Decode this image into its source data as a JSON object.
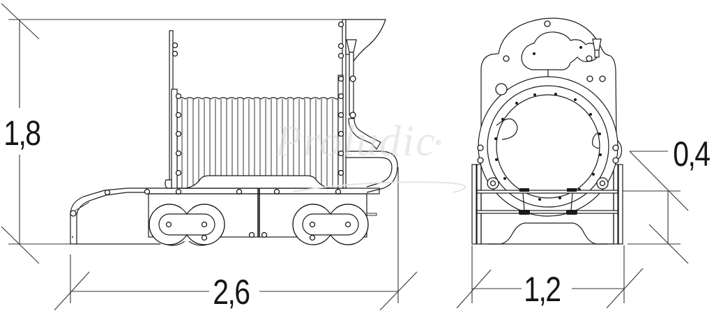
{
  "drawing": {
    "title": "Playground train locomotive dimension drawing",
    "views": [
      {
        "name": "side-view",
        "description": "Locomotive side elevation with corrugated cab, wheels, chimney and handrails"
      },
      {
        "name": "front-view",
        "description": "Locomotive front elevation with round boiler face, steam cloud and buffer bars"
      }
    ],
    "watermark": "Proludic",
    "watermark_mark": "®",
    "stroke_color": "#1a1a1a",
    "background_color": "#ffffff"
  },
  "dimensions": {
    "height": {
      "label": "1,8",
      "unit": "m",
      "axis": "vertical",
      "view": "side-view"
    },
    "length": {
      "label": "2,6",
      "unit": "m",
      "axis": "horizontal",
      "view": "side-view"
    },
    "width": {
      "label": "1,2",
      "unit": "m",
      "axis": "horizontal",
      "view": "front-view"
    },
    "platform_height": {
      "label": "0,4",
      "unit": "m",
      "axis": "vertical",
      "view": "front-view"
    }
  }
}
